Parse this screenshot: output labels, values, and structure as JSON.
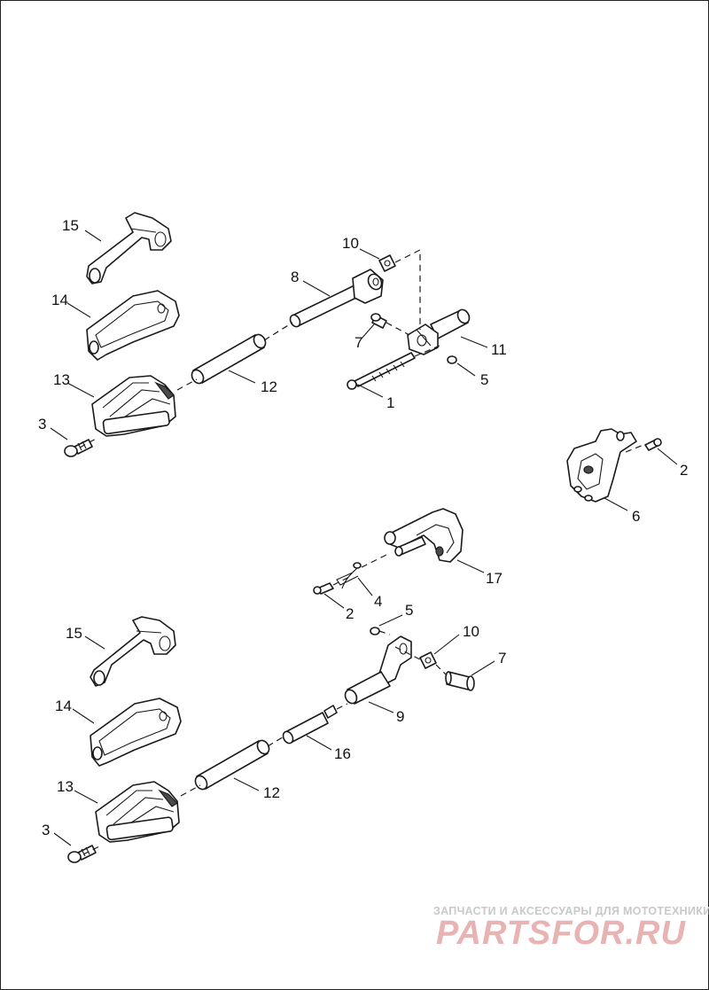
{
  "callouts": {
    "upper": [
      "15",
      "14",
      "13",
      "3",
      "12",
      "8",
      "10",
      "7",
      "11",
      "5",
      "1"
    ],
    "right": [
      "2",
      "6"
    ],
    "lower": [
      "17",
      "4",
      "2",
      "5",
      "10",
      "7",
      "9",
      "16",
      "15",
      "14",
      "13",
      "3",
      "12"
    ]
  },
  "watermark": {
    "tagline": "ЗАПЧАСТИ И АКСЕССУАРЫ ДЛЯ МОТОТЕХНИКИ",
    "brand": "PARTSFOR.RU",
    "brand_color": "#e8b3b3",
    "tagline_color": "#c9c9c9"
  }
}
